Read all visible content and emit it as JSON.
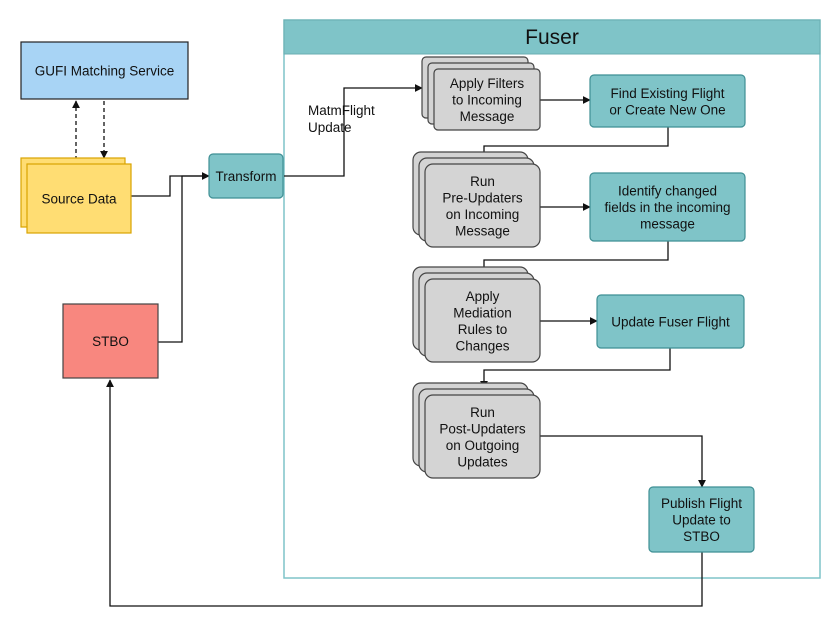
{
  "fuser": {
    "title": "Fuser",
    "header_color": "#7fc4c8",
    "border_color": "#7fc4c8"
  },
  "nodes": {
    "gufi": {
      "lines": [
        "GUFI Matching Service"
      ],
      "color": "#a8d4f5"
    },
    "source": {
      "lines": [
        "Source Data"
      ],
      "color": "#ffdd73"
    },
    "stbo": {
      "lines": [
        "STBO"
      ],
      "color": "#f8877f"
    },
    "transform": {
      "lines": [
        "Transform"
      ],
      "color": "#7fc4c8"
    },
    "filters": {
      "lines": [
        "Apply Filters",
        "to Incoming",
        "Message"
      ],
      "color": "#d4d4d4"
    },
    "find": {
      "lines": [
        "Find Existing Flight",
        "or Create New One"
      ],
      "color": "#7fc4c8"
    },
    "preupdaters": {
      "lines": [
        "Run",
        "Pre-Updaters",
        "on Incoming",
        "Message"
      ],
      "color": "#d4d4d4"
    },
    "identify": {
      "lines": [
        "Identify changed",
        "fields in the incoming",
        "message"
      ],
      "color": "#7fc4c8"
    },
    "mediation": {
      "lines": [
        "Apply",
        "Mediation",
        "Rules to",
        "Changes"
      ],
      "color": "#d4d4d4"
    },
    "update": {
      "lines": [
        "Update Fuser Flight"
      ],
      "color": "#7fc4c8"
    },
    "postupdaters": {
      "lines": [
        "Run",
        "Post-Updaters",
        "on Outgoing",
        "Updates"
      ],
      "color": "#d4d4d4"
    },
    "publish": {
      "lines": [
        "Publish Flight",
        "Update to",
        "STBO"
      ],
      "color": "#7fc4c8"
    }
  },
  "edge_labels": {
    "matm": [
      "MatmFlight",
      "Update"
    ]
  }
}
